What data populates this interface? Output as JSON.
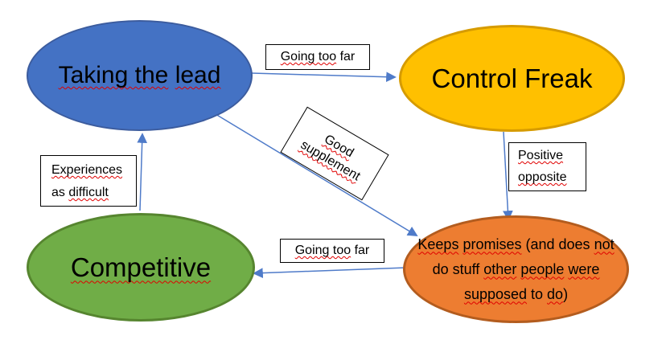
{
  "diagram": {
    "type": "concept-map",
    "background": "#ffffff",
    "arrow_color": "#4f7bc9",
    "squiggle_color": "#e00000",
    "box_border_color": "#000000"
  },
  "nodes": {
    "taking_the_lead": {
      "label": "Taking the lead",
      "fill": "#4472C4",
      "border": "#3C5C9E",
      "seg1": "Taking the",
      "seg2": " ",
      "seg3": "lead"
    },
    "control_freak": {
      "label": "Control Freak",
      "fill": "#FFC000",
      "border": "#D69B00"
    },
    "competitive": {
      "label": "Competitive",
      "fill": "#70AD47",
      "border": "#56852F"
    },
    "keeps_promises": {
      "label": "Keeps promises (and does not do stuff other people were supposed to do)",
      "fill": "#ED7D31",
      "border": "#B35C1E",
      "line1": {
        "s1": "Keeps",
        "s2": " ",
        "s3": "promises",
        "s4": " (and does ",
        "s5": "not"
      },
      "line2": {
        "s1": "do stuff ",
        "s2": "other",
        "s3": " ",
        "s4": "people",
        "s5": " ",
        "s6": "were"
      },
      "line3": {
        "s1": "supposed",
        "s2": " to ",
        "s3": "do",
        "s4": ")"
      }
    }
  },
  "edge_labels": {
    "going_too_far_top": {
      "sq": "Going too",
      "plain": " far"
    },
    "good_supplement": {
      "line1": "Good",
      "line2": "supplement"
    },
    "positive_opposite": {
      "line1": "Positive",
      "line2": "opposite"
    },
    "experiences_as_difficult": {
      "line1": "Experiences",
      "line2_plain": "as ",
      "line2_sq": "difficult"
    },
    "going_too_far_bottom": {
      "sq": "Going too",
      "plain": " far"
    }
  },
  "edges": [
    {
      "from": "Taking the lead",
      "to": "Control Freak",
      "label": "Going too far"
    },
    {
      "from": "Taking the lead",
      "to": "Keeps promises (and does not do stuff other people were supposed to do)",
      "label": "Good supplement"
    },
    {
      "from": "Control Freak",
      "to": "Keeps promises (and does not do stuff other people were supposed to do)",
      "label": "Positive opposite"
    },
    {
      "from": "Competitive",
      "to": "Taking the lead",
      "label": "Experiences as difficult"
    },
    {
      "from": "Keeps promises (and does not do stuff other people were supposed to do)",
      "to": "Competitive",
      "label": "Going too far"
    }
  ]
}
